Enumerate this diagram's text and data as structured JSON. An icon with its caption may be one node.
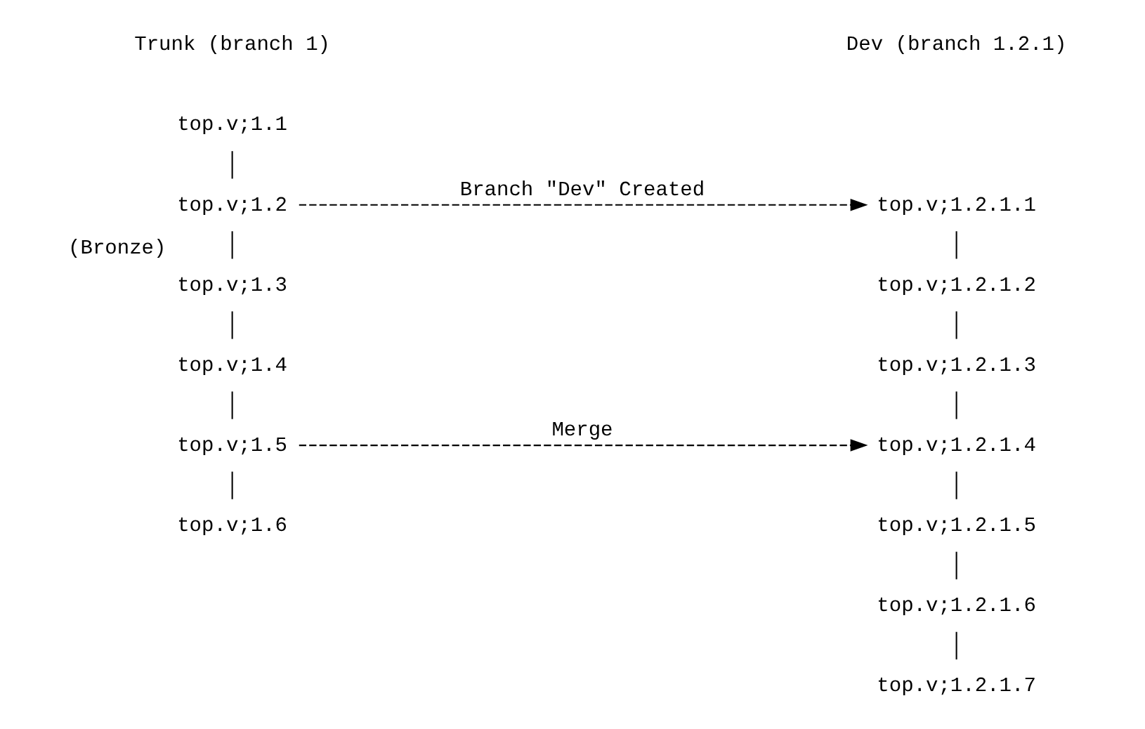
{
  "diagram": {
    "nodes": [
      {
        "text": [
          "top.v;1.1"
        ]
      },
      {
        "text": [
          "top.v;1.2"
        ]
      },
      {
        "text": [
          "top.v;1.3"
        ],
        "beside": [
          "(Bronze)"
        ]
      },
      {
        "text": [
          "top.v;1.4"
        ]
      },
      {
        "text": [
          "top.v;1.5"
        ]
      },
      {
        "text": [
          "top.v;1.6"
        ]
      },
      {
        "text": [
          "top.v;1.2.1.1"
        ]
      },
      {
        "text": [
          "top.v;1.2.1.2"
        ]
      },
      {
        "text": [
          "top.v;1.2.1.3"
        ]
      },
      {
        "text": [
          "top.v;1.2.1.4"
        ]
      },
      {
        "text": [
          "top.v;1.2.1.5"
        ]
      },
      {
        "text": [
          "top.v;1.2.1.6"
        ]
      },
      {
        "text": [
          "top.v;1.2.1.7"
        ]
      }
    ],
    "edges": [
      {
        "from": 0,
        "to": 1,
        "arrow": "none"
      },
      {
        "from": 1,
        "to": 2,
        "arrow": "none"
      },
      {
        "from": 2,
        "to": 3,
        "arrow": "none"
      },
      {
        "from": 3,
        "to": 4,
        "arrow": "none"
      },
      {
        "from": 4,
        "to": 5,
        "arrow": "none"
      },
      {
        "from": 1,
        "to": 6,
        "arrow": "to",
        "label": "Branch \"Dev\" Created",
        "style": "dashed"
      },
      {
        "from": 4,
        "to": 9,
        "arrow": "to",
        "label": "Merge",
        "style": "dashed"
      },
      {
        "from": 6,
        "to": 7,
        "arrow": "none"
      },
      {
        "from": 7,
        "to": 8,
        "arrow": "none"
      },
      {
        "from": 8,
        "to": 9,
        "arrow": "none"
      },
      {
        "from": 9,
        "to": 10,
        "arrow": "none"
      },
      {
        "from": 10,
        "to": 11,
        "arrow": "none"
      },
      {
        "from": 11,
        "to": 12,
        "arrow": "none"
      }
    ],
    "labels": [
      "Trunk (branch 1)",
      "Dev (branch 1.2.1)"
    ]
  }
}
